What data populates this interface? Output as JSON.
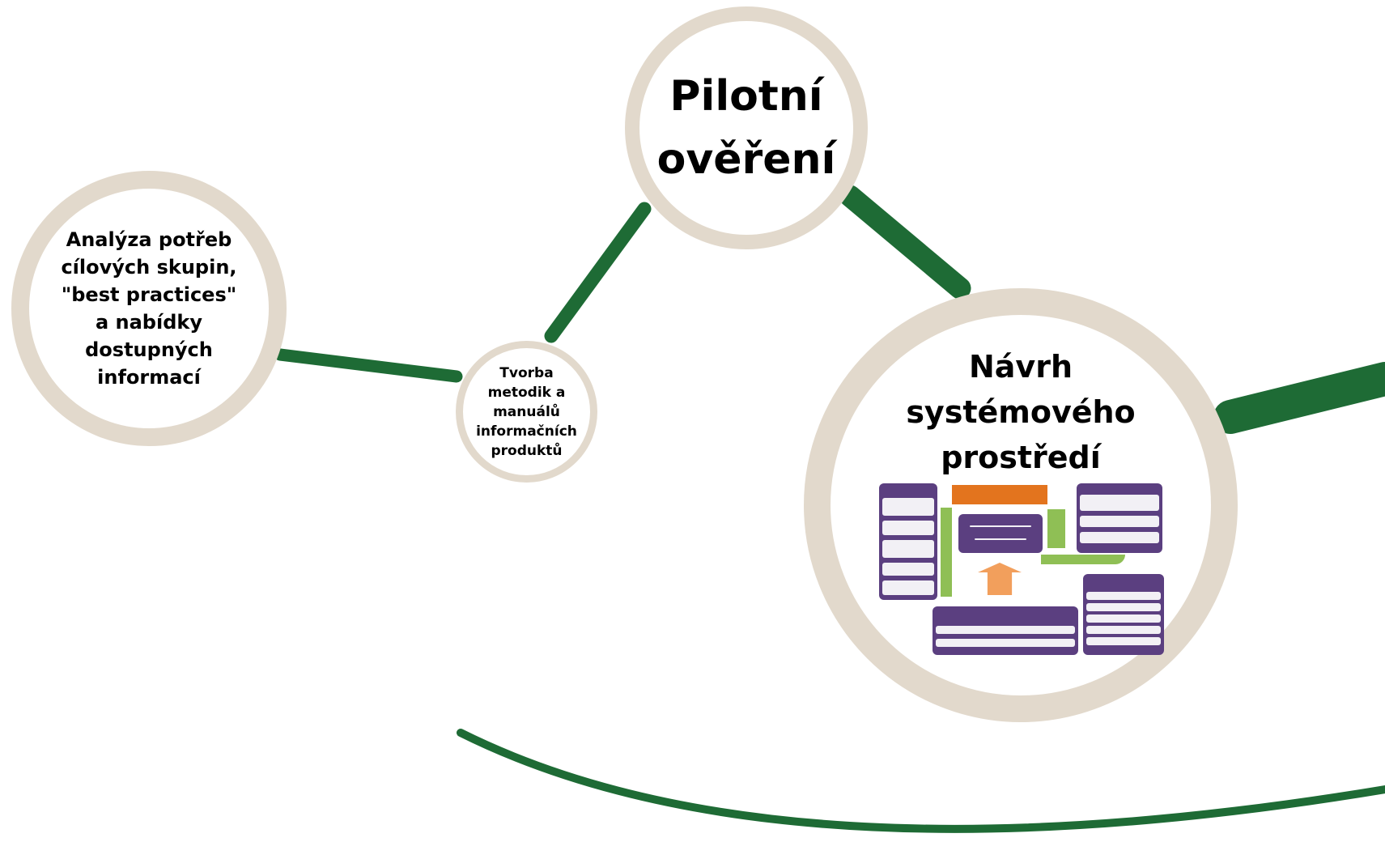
{
  "colors": {
    "connector": "#1e6b35",
    "node_ring": "#e2d9cc",
    "node_fill": "#ffffff",
    "text": "#000000",
    "schema_purple": "#5b3f80",
    "schema_orange": "#e3741e",
    "schema_green": "#8fbf55"
  },
  "nodes": {
    "analyza": "Analýza potřeb\ncílových skupin,\n\"best practices\"\na nabídky\ndostupných\ninformací",
    "tvorba": "Tvorba\nmetodik a\nmanuálů\ninformačních\nproduktů",
    "pilotni": "Pilotní\nověření",
    "navrh": "Návrh\nsystémového\nprostředí"
  }
}
